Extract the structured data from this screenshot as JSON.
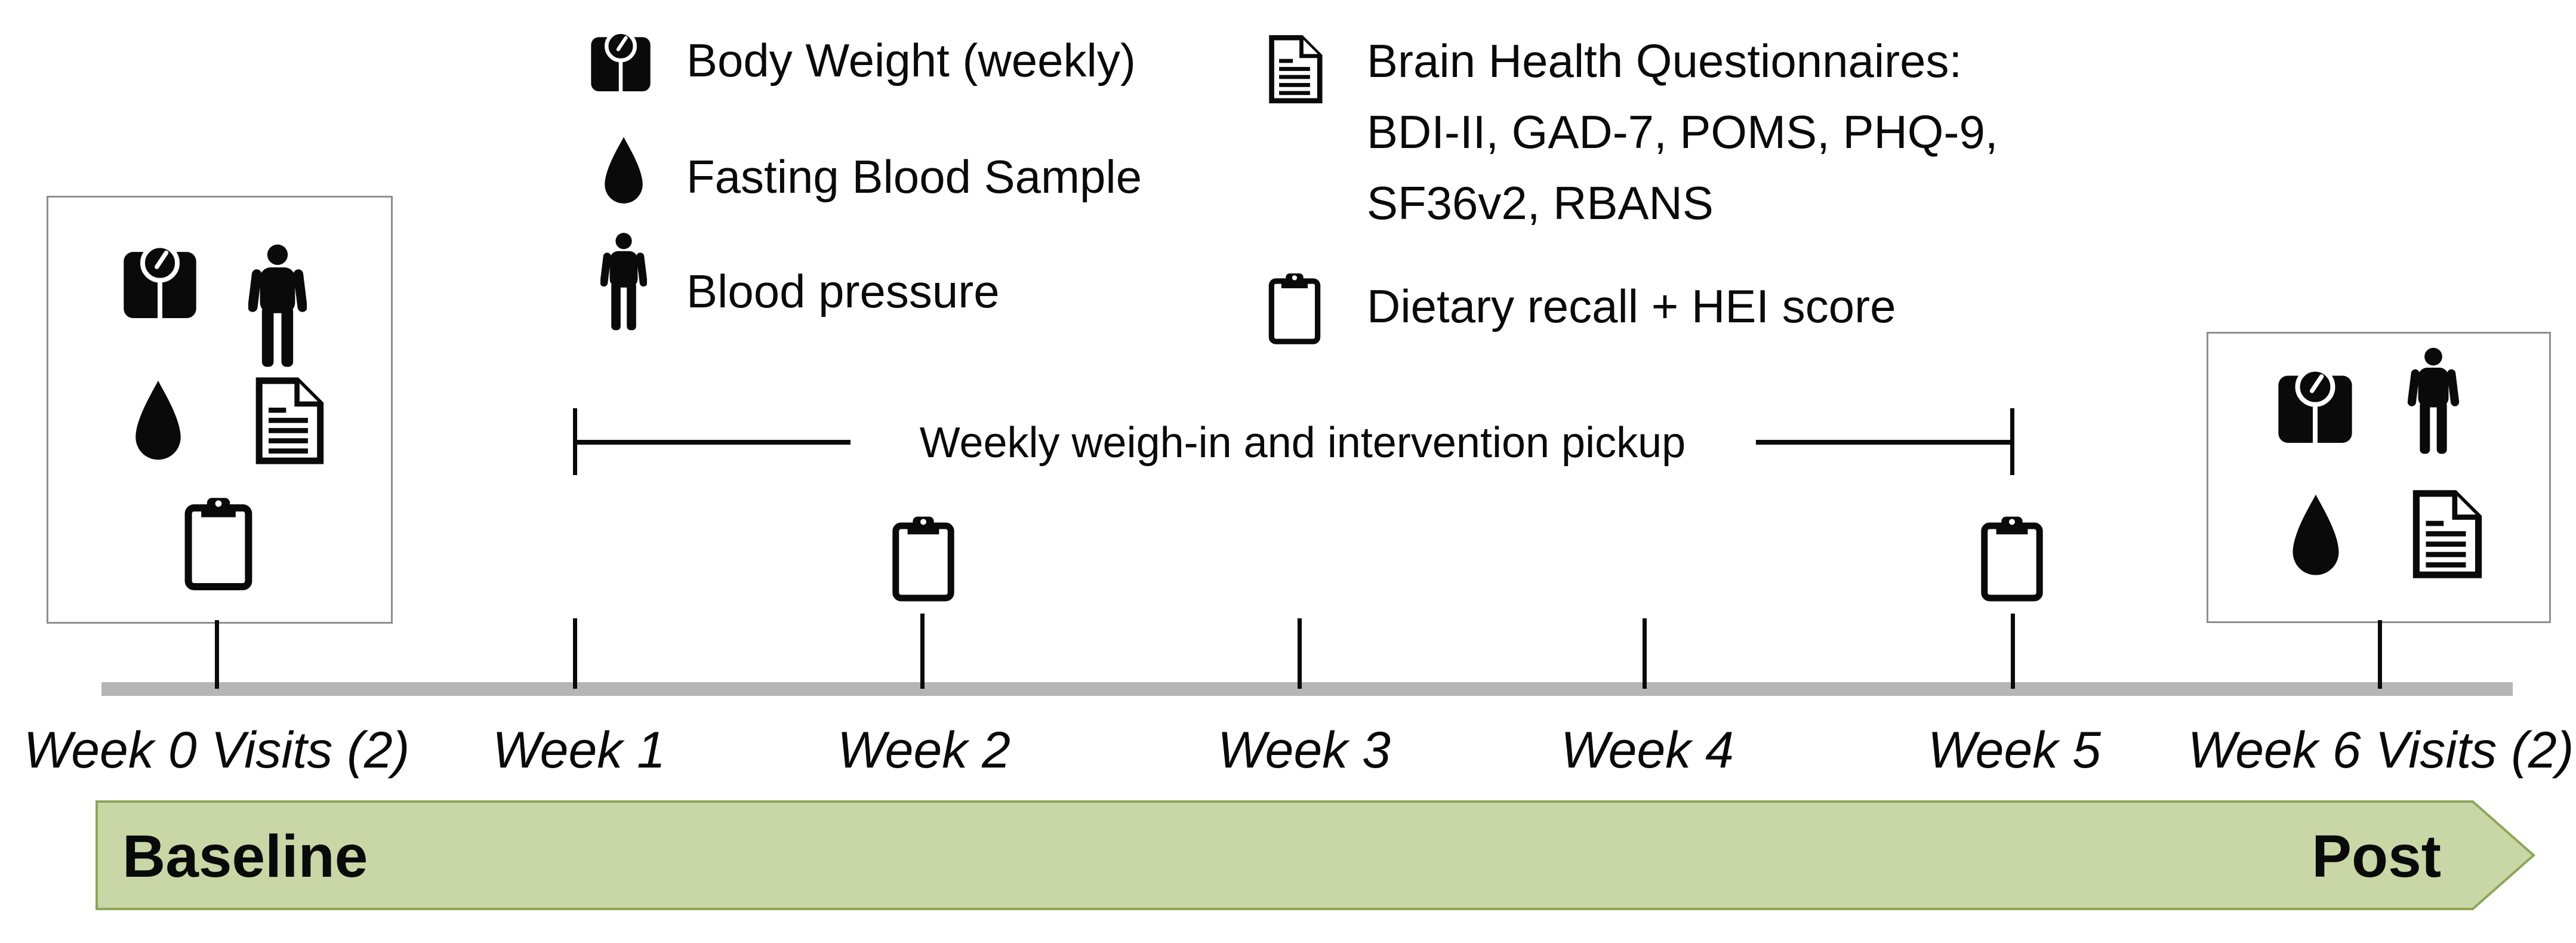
{
  "legend": {
    "left": [
      {
        "icon": "scale-icon",
        "label": "Body Weight (weekly)"
      },
      {
        "icon": "blood-drop-icon",
        "label": "Fasting Blood Sample"
      },
      {
        "icon": "person-icon",
        "label": "Blood pressure"
      }
    ],
    "right": {
      "questionnaires": {
        "icon": "document-icon",
        "line1": "Brain Health Questionnaires:",
        "line2": "BDI-II, GAD-7, POMS, PHQ-9,",
        "line3": "SF36v2, RBANS"
      },
      "dietary": {
        "icon": "clipboard-icon",
        "label": "Dietary recall + HEI score"
      }
    }
  },
  "bracket": {
    "label": "Weekly weigh-in and intervention pickup"
  },
  "timeline": {
    "week_labels": [
      "Week 0 Visits (2)",
      "Week 1",
      "Week 2",
      "Week 3",
      "Week 4",
      "Week 5",
      "Week 6 Visits (2)"
    ]
  },
  "banner": {
    "baseline_label": "Baseline",
    "post_label": "Post"
  },
  "colors": {
    "banner_fill": "#c9d6a6",
    "banner_border": "#8aa757",
    "timeline_bar": "#b5b5b5",
    "box_border": "#8f8f8f",
    "ink": "#0a0a0a"
  }
}
